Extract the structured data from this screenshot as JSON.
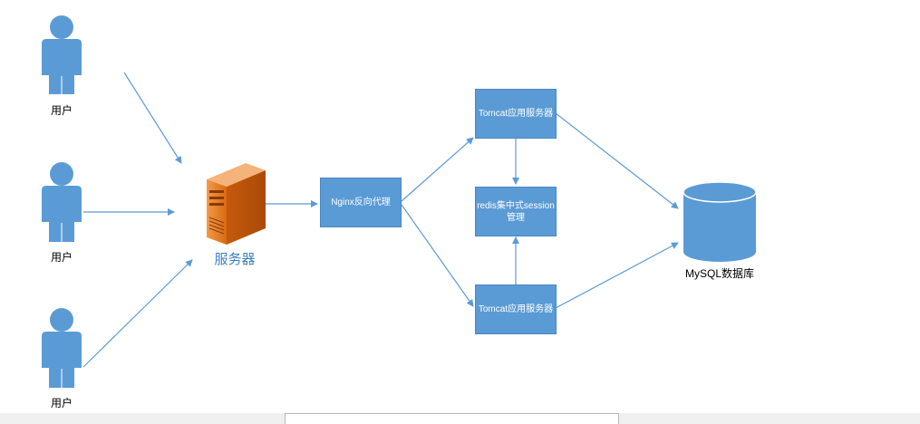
{
  "users": [
    {
      "label": "用户"
    },
    {
      "label": "用户"
    },
    {
      "label": "用户"
    }
  ],
  "server": {
    "label": "服务器"
  },
  "nginx": {
    "label": "Nginx反向代理"
  },
  "tomcat_top": {
    "label": "Tomcat应用服务器"
  },
  "tomcat_bottom": {
    "label": "Tomcat应用服务器"
  },
  "redis": {
    "line1": "redis集中式session",
    "line2": "管理"
  },
  "database": {
    "label": "MySQL数据库"
  },
  "colors": {
    "node_fill": "#5b9bd5",
    "arrow": "#5b9bd5",
    "server_orange": "#e07a1f"
  }
}
